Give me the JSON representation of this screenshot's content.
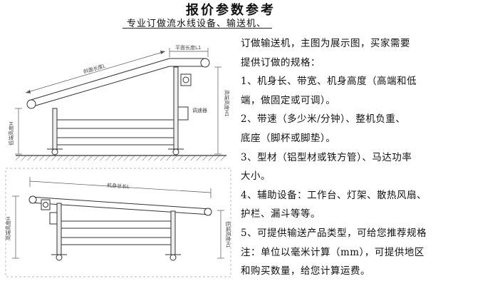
{
  "header": {
    "title": "报价参数参考",
    "subtitle": "专业订做流水线设备、输送机、"
  },
  "diagram_top": {
    "label_incline": "斜面长度L",
    "label_flat": "平面长度L1",
    "label_low_height": "低端高度H",
    "label_high_height": "高端高度H1",
    "label_motor": "调速器"
  },
  "diagram_bottom": {
    "label_total_length": "机身总长L",
    "label_high_height": "高端高度H",
    "label_low_height": "低端高度H1"
  },
  "specs": {
    "lines": [
      "订做输送机，主图为展示图，买家需要",
      "提供订做的规格：",
      "1、机身长、带宽、机身高度（高端和低",
      "端，做固定或可调）。",
      "2、带速（多少米/分钟）、整机负重、",
      "底座（脚杯或脚垫）。",
      "3、型材（铝型材或铁方管）、马达功率",
      "大小。",
      "4、辅助设备：工作台、灯架、散热风扇、",
      "护栏、漏斗等等。",
      "5、可提供输送产品类型，可给您推荐规格",
      "  注：单位以毫米计算（mm），可提供地区",
      "和购买数量，给您计算运费。"
    ]
  }
}
